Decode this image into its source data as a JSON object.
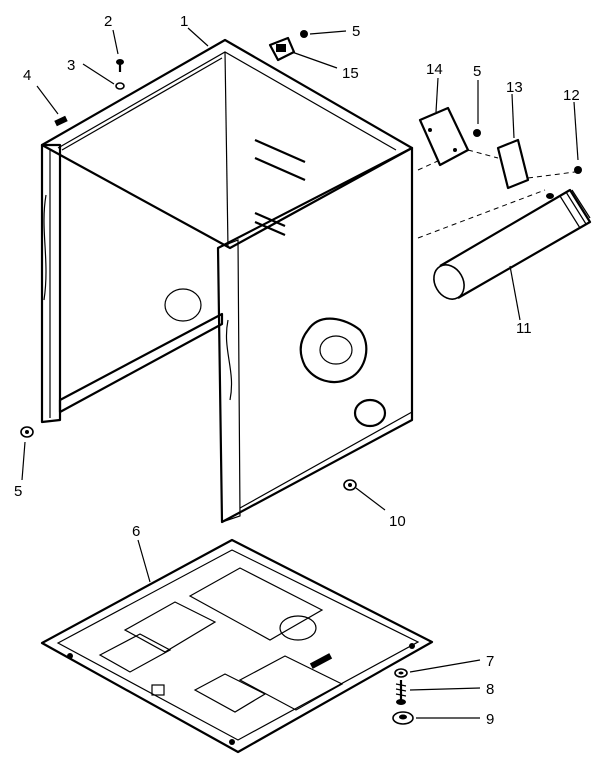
{
  "callouts": [
    {
      "label": "1",
      "part": "cabinet"
    },
    {
      "label": "2",
      "part": "screw-top"
    },
    {
      "label": "3",
      "part": "washer-top"
    },
    {
      "label": "4",
      "part": "top-clip"
    },
    {
      "label": "5",
      "part": "screw-top-right"
    },
    {
      "label": "15",
      "part": "switch-bracket"
    },
    {
      "label": "14",
      "part": "mounting-plate"
    },
    {
      "label": "5",
      "part": "screw-plate"
    },
    {
      "label": "13",
      "part": "label-plate"
    },
    {
      "label": "12",
      "part": "screw-right"
    },
    {
      "label": "11",
      "part": "exhaust-duct"
    },
    {
      "label": "5",
      "part": "screw-left"
    },
    {
      "label": "10",
      "part": "screw-front"
    },
    {
      "label": "6",
      "part": "base"
    },
    {
      "label": "7",
      "part": "nut"
    },
    {
      "label": "8",
      "part": "leveling-leg"
    },
    {
      "label": "9",
      "part": "foot-pad"
    }
  ]
}
